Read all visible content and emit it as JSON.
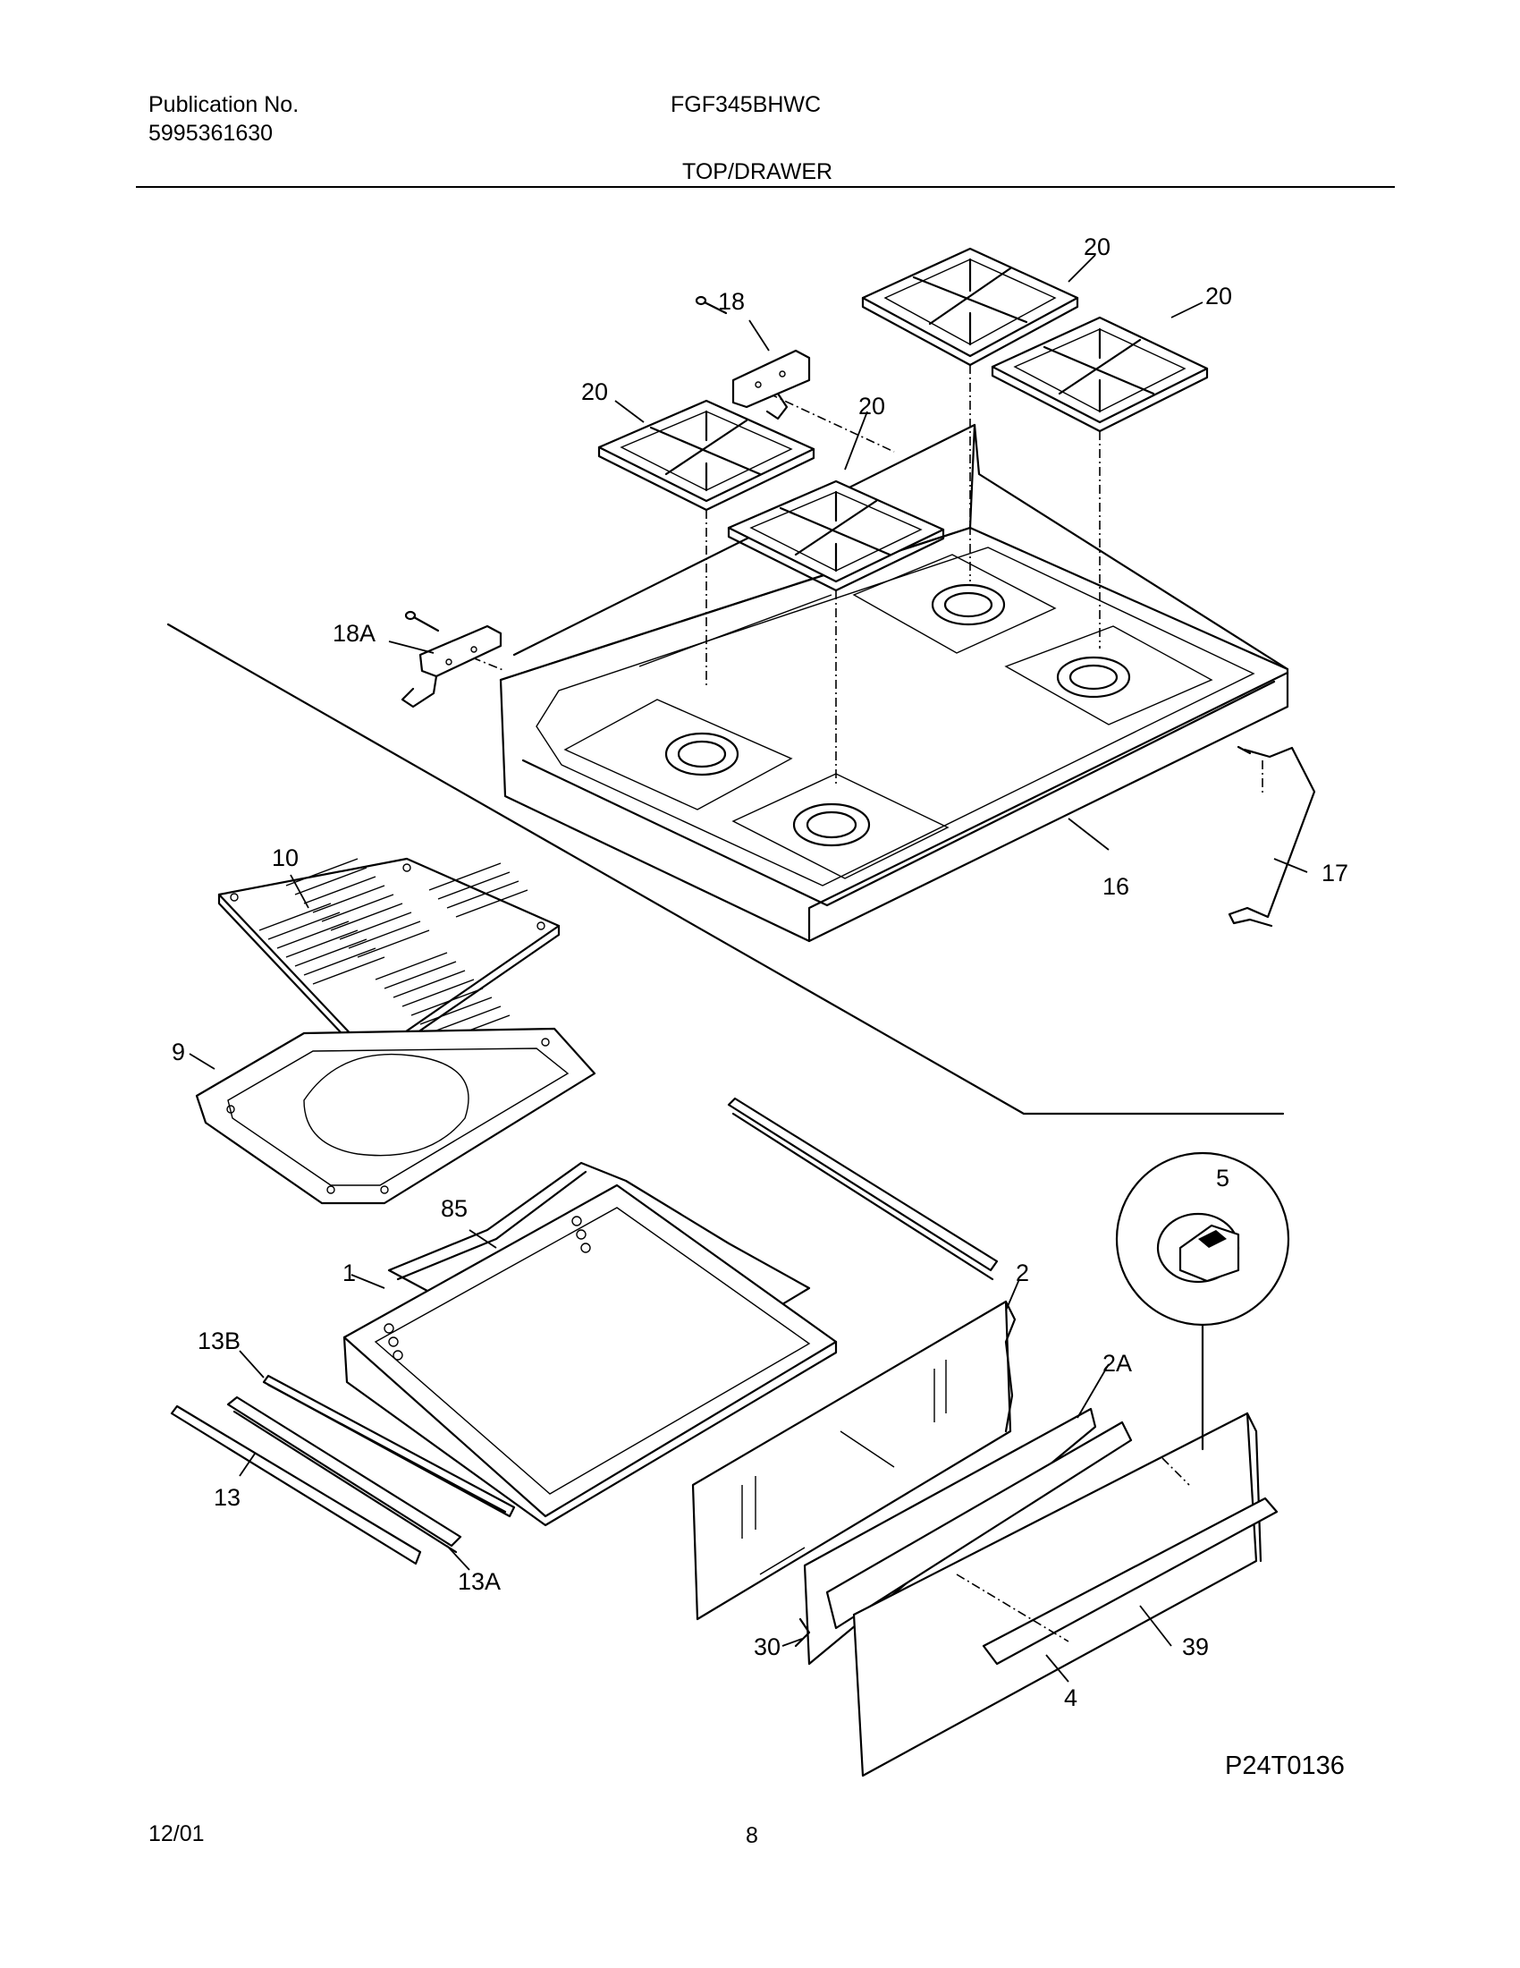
{
  "header": {
    "publication_label": "Publication No.",
    "publication_number": "5995361630",
    "model": "FGF345BHWC",
    "section_title": "TOP/DRAWER"
  },
  "footer": {
    "date": "12/01",
    "page_number": "8"
  },
  "diagram": {
    "id": "P24T0136",
    "callouts": [
      "20",
      "20",
      "18",
      "20",
      "20",
      "18A",
      "16",
      "17",
      "10",
      "9",
      "85",
      "1",
      "2",
      "5",
      "2A",
      "13B",
      "13",
      "13A",
      "30",
      "39",
      "4"
    ]
  }
}
